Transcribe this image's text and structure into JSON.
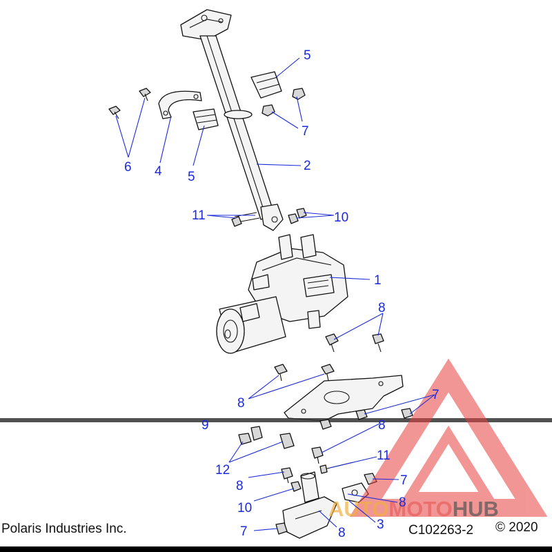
{
  "footer": {
    "publisher": "Polaris Industries Inc.",
    "diagram_code": "C102263-2",
    "copyright": "© 2020"
  },
  "watermark": {
    "word_a": "AUTO",
    "word_b": "MOTO",
    "word_c": "HUB",
    "color_a": "#f0b040",
    "color_b": "#e86060",
    "color_c": "#555555",
    "triangle_color": "#e84040"
  },
  "callouts": [
    {
      "id": "c1",
      "label": "1"
    },
    {
      "id": "c2",
      "label": "2"
    },
    {
      "id": "c3",
      "label": "3"
    },
    {
      "id": "c4",
      "label": "4"
    },
    {
      "id": "c5a",
      "label": "5"
    },
    {
      "id": "c5b",
      "label": "5"
    },
    {
      "id": "c6",
      "label": "6"
    },
    {
      "id": "c7a",
      "label": "7"
    },
    {
      "id": "c7b",
      "label": "7"
    },
    {
      "id": "c7c",
      "label": "7"
    },
    {
      "id": "c7d",
      "label": "7"
    },
    {
      "id": "c8a",
      "label": "8"
    },
    {
      "id": "c8b",
      "label": "8"
    },
    {
      "id": "c8c",
      "label": "8"
    },
    {
      "id": "c8d",
      "label": "8"
    },
    {
      "id": "c8e",
      "label": "8"
    },
    {
      "id": "c8f",
      "label": "8"
    },
    {
      "id": "c9",
      "label": "9"
    },
    {
      "id": "c10a",
      "label": "10"
    },
    {
      "id": "c10b",
      "label": "10"
    },
    {
      "id": "c11a",
      "label": "11"
    },
    {
      "id": "c11b",
      "label": "11"
    },
    {
      "id": "c12",
      "label": "12"
    }
  ]
}
